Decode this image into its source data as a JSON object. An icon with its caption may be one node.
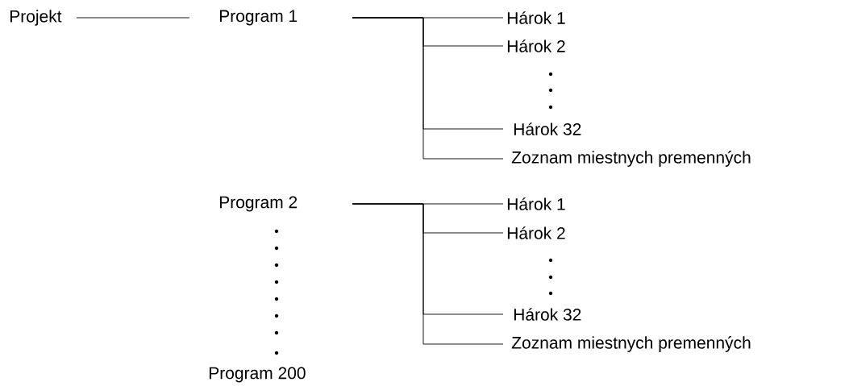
{
  "diagram": {
    "nodes": [
      {
        "text": [
          "Projekt"
        ]
      },
      {
        "text": [
          "Program 1"
        ]
      },
      {
        "text": [
          "Hárok 1"
        ]
      },
      {
        "text": [
          "Hárok 2"
        ]
      },
      {
        "text": [
          "Hárok 32"
        ]
      },
      {
        "text": [
          "Zoznam miestnych premenných"
        ]
      },
      {
        "text": [
          "Program 2"
        ]
      },
      {
        "text": [
          "Hárok 1"
        ]
      },
      {
        "text": [
          "Hárok 2"
        ]
      },
      {
        "text": [
          "Hárok 32"
        ]
      },
      {
        "text": [
          "Zoznam miestnych premenných"
        ]
      },
      {
        "text": [
          "Program 200"
        ]
      }
    ],
    "edges": [
      {
        "from": 0,
        "to": 1,
        "arrow": "none"
      },
      {
        "from": 1,
        "to": 2,
        "arrow": "none"
      },
      {
        "from": 1,
        "to": 3,
        "arrow": "none"
      },
      {
        "from": 1,
        "to": 4,
        "arrow": "none"
      },
      {
        "from": 1,
        "to": 5,
        "arrow": "none"
      },
      {
        "from": 6,
        "to": 7,
        "arrow": "none"
      },
      {
        "from": 6,
        "to": 8,
        "arrow": "none"
      },
      {
        "from": 6,
        "to": 9,
        "arrow": "none"
      },
      {
        "from": 6,
        "to": 10,
        "arrow": "none"
      }
    ]
  }
}
